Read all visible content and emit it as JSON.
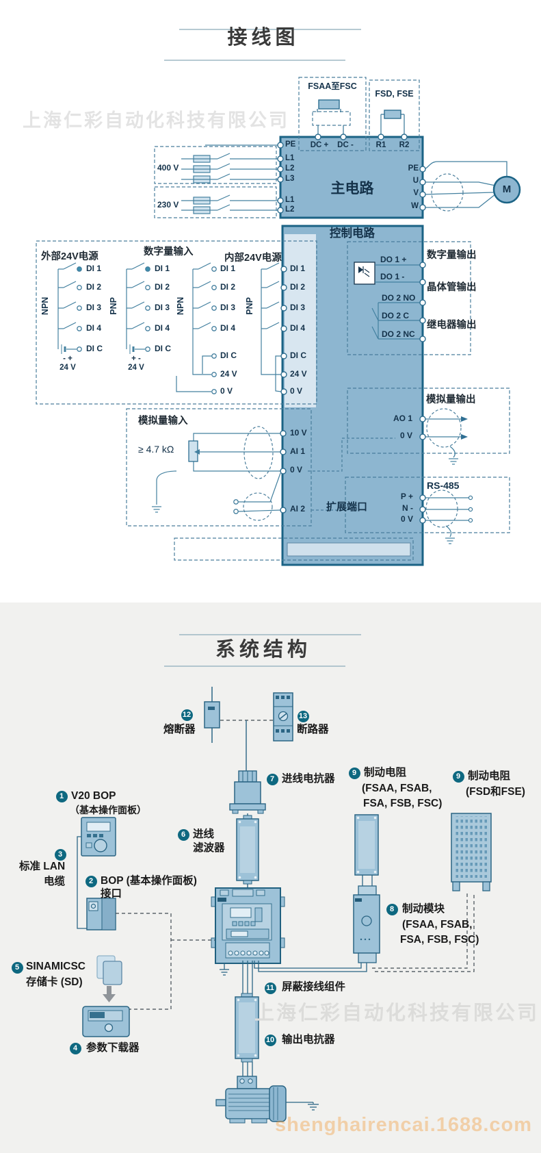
{
  "wiring": {
    "title": "接线图",
    "watermark": "上海仁彩自动化科技有限公司",
    "boxes": {
      "fsaa": "FSAA至FSC",
      "fsd": "FSD, FSE"
    },
    "main": {
      "title": "主电路",
      "top": [
        "PE",
        "DC +",
        "DC -",
        "R1",
        "R2"
      ],
      "left400": {
        "label": "400 V",
        "rows": [
          "L1",
          "L2",
          "L3"
        ]
      },
      "left230": {
        "label": "230 V",
        "rows": [
          "L1",
          "L2"
        ]
      },
      "right": [
        "PE",
        "U",
        "V",
        "W"
      ],
      "motor": "M"
    },
    "control": {
      "title": "控制电路",
      "di": {
        "ext": "外部24V电源",
        "din": "数字量输入",
        "int": "内部24V电源",
        "npn": "NPN",
        "pnp": "PNP",
        "rows": [
          "DI 1",
          "DI 2",
          "DI 3",
          "DI 4"
        ],
        "dic": "DI C",
        "v24": "24 V",
        "v0": "0 V",
        "neg_pos": "- +",
        "pos_neg": "+ -",
        "strip": [
          "DI 1",
          "DI 2",
          "DI 3",
          "DI 4",
          "DI C",
          "24 V",
          "0 V"
        ]
      },
      "dout": {
        "header": "数字量输出",
        "transistor": "晶体管输出",
        "relay": "继电器输出",
        "t": [
          "DO 1 +",
          "DO 1 -",
          "DO 2 NO",
          "DO 2 C",
          "DO 2 NC"
        ]
      },
      "ai": {
        "header": "模拟量输入",
        "imp": "≥ 4.7 kΩ",
        "t": [
          "10 V",
          "AI 1",
          "0 V",
          "AI 2"
        ]
      },
      "ao": {
        "header": "模拟量输出",
        "t": [
          "AO 1",
          "0 V"
        ]
      },
      "exp": {
        "label": "扩展端口",
        "rs": "RS-485",
        "t": [
          "P +",
          "N -",
          "0 V"
        ]
      }
    }
  },
  "system": {
    "title": "系统结构",
    "watermark": "上海仁彩自动化科技有限公司",
    "watermark_url": "shenghairencai.1688.com",
    "c1": {
      "n": "1",
      "t": "V20 BOP",
      "s": "（基本操作面板）"
    },
    "c2": {
      "n": "2",
      "t": "BOP (基本操作面板)",
      "s": "接口"
    },
    "c3": {
      "n": "3",
      "t": "标准 LAN",
      "s": "电缆"
    },
    "c4": {
      "n": "4",
      "t": "参数下载器"
    },
    "c5": {
      "n": "5",
      "t": "SINAMICSC",
      "s": "存储卡 (SD)"
    },
    "c6": {
      "n": "6",
      "t": "进线",
      "s": "滤波器"
    },
    "c7": {
      "n": "7",
      "t": "进线电抗器"
    },
    "c8": {
      "n": "8",
      "t": "制动模块",
      "s": "(FSAA, FSAB,",
      "s2": "FSA, FSB, FSC)"
    },
    "c9a": {
      "n": "9",
      "t": "制动电阻",
      "s": "(FSAA, FSAB,",
      "s2": "FSA, FSB, FSC)"
    },
    "c9b": {
      "n": "9",
      "t": "制动电阻",
      "s": "(FSD和FSE)"
    },
    "c10": {
      "n": "10",
      "t": "输出电抗器"
    },
    "c11": {
      "n": "11",
      "t": "屏蔽接线组件"
    },
    "c12": {
      "n": "12",
      "t": "熔断器"
    },
    "c13": {
      "n": "13",
      "t": "断路器"
    }
  },
  "colors": {
    "block": "#8db6d0",
    "border": "#1b6385",
    "strip": "#d8e6f0",
    "badge": "#0e6880",
    "icon": "#9dc2d8"
  }
}
